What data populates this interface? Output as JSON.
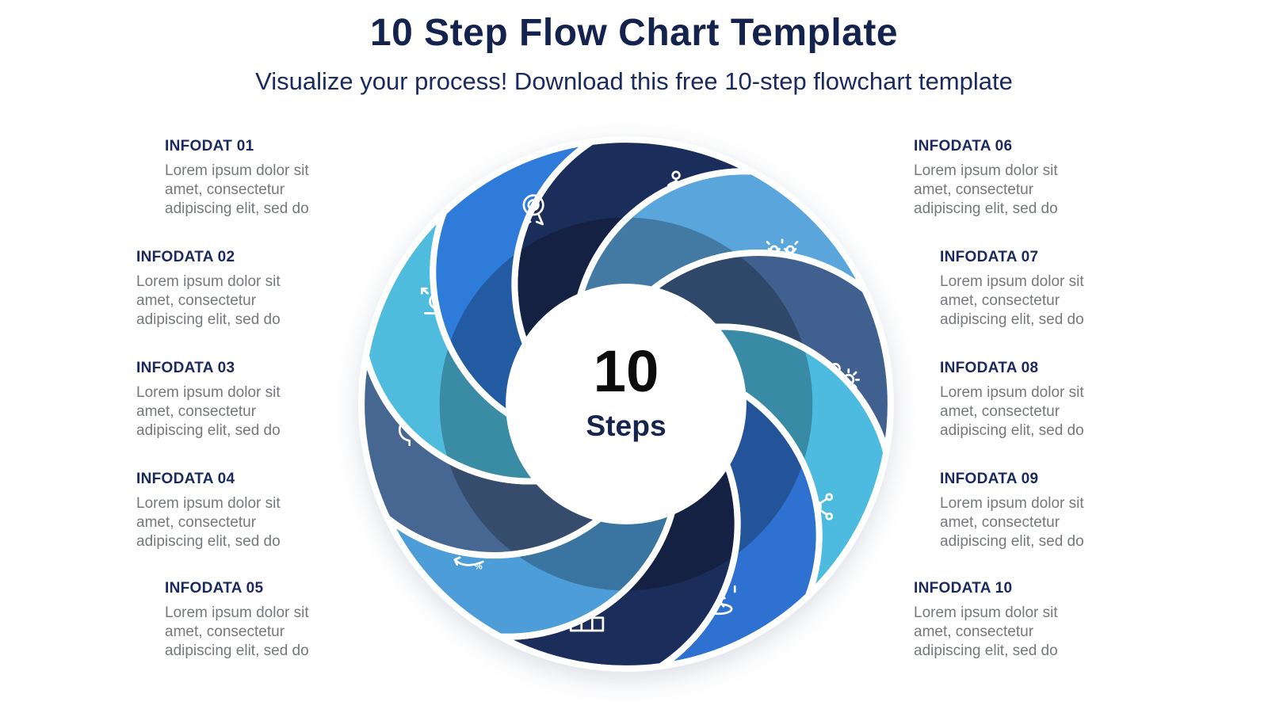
{
  "header": {
    "title": "10 Step Flow Chart Template",
    "subtitle": "Visualize your process! Download this free 10-step flowchart template"
  },
  "center": {
    "number": "10",
    "label": "Steps"
  },
  "left_items": [
    {
      "title": "INFODAT 01",
      "body": "Lorem ipsum dolor sit amet, consectetur adipiscing elit, sed do"
    },
    {
      "title": "INFODATA 02",
      "body": "Lorem ipsum dolor sit amet, consectetur adipiscing elit, sed do"
    },
    {
      "title": "INFODATA 03",
      "body": "Lorem ipsum dolor sit amet, consectetur adipiscing elit, sed do"
    },
    {
      "title": "INFODATA 04",
      "body": "Lorem ipsum dolor sit amet, consectetur adipiscing elit, sed do"
    },
    {
      "title": "INFODATA 05",
      "body": "Lorem ipsum dolor sit amet, consectetur adipiscing elit, sed do"
    }
  ],
  "right_items": [
    {
      "title": "INFODATA 06",
      "body": "Lorem ipsum dolor sit amet, consectetur adipiscing elit, sed do"
    },
    {
      "title": "INFODATA 07",
      "body": "Lorem ipsum dolor sit amet, consectetur adipiscing elit, sed do"
    },
    {
      "title": "INFODATA 08",
      "body": "Lorem ipsum dolor sit amet, consectetur adipiscing elit, sed do"
    },
    {
      "title": "INFODATA 09",
      "body": "Lorem ipsum dolor sit amet, consectetur adipiscing elit, sed do"
    },
    {
      "title": "INFODATA 10",
      "body": "Lorem ipsum dolor sit amet, consectetur adipiscing elit, sed do"
    }
  ],
  "palette": {
    "title_navy": "#14234d",
    "body_gray": "#75787c",
    "center_number_color": "#0b0b0c",
    "center_label_color": "#16254e"
  },
  "wheel": {
    "segments": [
      {
        "name": "stairs-growth",
        "icon": "stairs-growth-icon",
        "color": "#1B2D5B"
      },
      {
        "name": "team-success",
        "icon": "team-success-icon",
        "color": "#59A5DC"
      },
      {
        "name": "innovation-gear",
        "icon": "innovation-gear-icon",
        "color": "#40618F"
      },
      {
        "name": "connections",
        "icon": "connections-icon",
        "color": "#4CBBDF"
      },
      {
        "name": "target-focus",
        "icon": "target-focus-icon",
        "color": "#2F71D0"
      },
      {
        "name": "winner-podium",
        "icon": "winner-podium-icon",
        "color": "#1B2D5B"
      },
      {
        "name": "cashback",
        "icon": "cashback-icon",
        "color": "#4D9ED8"
      },
      {
        "name": "mind-globe",
        "icon": "mind-globe-icon",
        "color": "#476793"
      },
      {
        "name": "growth-investment",
        "icon": "growth-investment-icon",
        "color": "#4FBCDE"
      },
      {
        "name": "award-badge",
        "icon": "award-badge-icon",
        "color": "#2E7BD9"
      }
    ]
  }
}
